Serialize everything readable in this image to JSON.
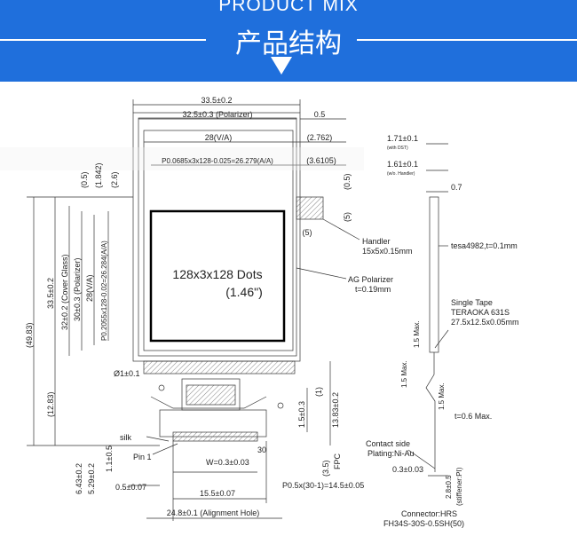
{
  "header": {
    "title_en": "PRODUCT MIX",
    "title_cn": "产品结构",
    "color": "#1f6fdc"
  },
  "drawing": {
    "dims": {
      "d_33_5": "33.5±0.2",
      "d_32_5": "32.5±0.3 (Polarizer)",
      "d_0_5_top": "0.5",
      "d_28_va": "28(V/A)",
      "d_2_762": "(2.762)",
      "d_aa": "P0.0685x3x128-0.025=26.279(A/A)",
      "d_3_6105": "(3.6105)",
      "d_1_842": "(1.842)",
      "d_0_5_v": "(0.5)",
      "d_2_6": "(2.6)",
      "d_0_5_right": "(0.5)",
      "d_5_right": "(5)",
      "d_5_bottom": "(5)",
      "d_49_83": "(49.83)",
      "d_33_5_v": "33.5±0.2",
      "d_32_cover": "32±0.2 (Cover Glass)",
      "d_30_pol": "30±0.3 (Polarizer)",
      "d_28_va_v": "28(V/A)",
      "d_aa_v": "P0.2055x128-0.02=26.284(A/A)",
      "d_12_83": "(12.83)",
      "d_13_83": "13.83±0.2",
      "d_1": "(1)",
      "d_1_5": "1.5±0.3",
      "d_3_5": "(3.5)",
      "d_fpc": "FPC",
      "d_6_43": "6.43±0.2",
      "d_5_29": "5.29±0.2",
      "d_1_1": "1.1±0.5",
      "d_0_5_07": "0.5±0.07",
      "d_w": "W=0.3±0.03",
      "d_15_5": "15.5±0.07",
      "d_24_8": "24.8±0.1 (Alignment Hole)",
      "d_pitch": "P0.5x(30-1)=14.5±0.05",
      "d_phi": "Ø1±0.1",
      "d_30": "30"
    },
    "labels": {
      "screen_line1": "128x3x128 Dots",
      "screen_line2": "(1.46\")",
      "handler": "Handler",
      "handler_size": "15x5x0.15mm",
      "ag_polarizer": "AG Polarizer",
      "ag_t": "t=0.19mm",
      "silk": "silk",
      "pin1": "Pin 1"
    },
    "side": {
      "d_1_71": "1.71±0.1",
      "with_dst": "(with DST)",
      "d_1_61": "1.61±0.1",
      "with_handler": "(w/o. Handler)",
      "d_0_7": "0.7",
      "tesa": "tesa4982,t=0.1mm",
      "single_tape": "Single Tape",
      "teraoka": "TERAOKA 631S",
      "tape_size": "27.5x12.5x0.05mm",
      "max1": "1.5 Max.",
      "max2": "1.5 Max.",
      "max3": "1.5 Max.",
      "t_0_6": "t=0.6 Max.",
      "contact1": "Contact side",
      "contact2": "Plating:Ni-Au",
      "d_0_3": "0.3±0.03",
      "d_2_8": "2.8±0.5",
      "stiffener": "(stiffener:PI)",
      "connector1": "Connector:HRS",
      "connector2": "FH34S-30S-0.5SH(50)"
    }
  }
}
